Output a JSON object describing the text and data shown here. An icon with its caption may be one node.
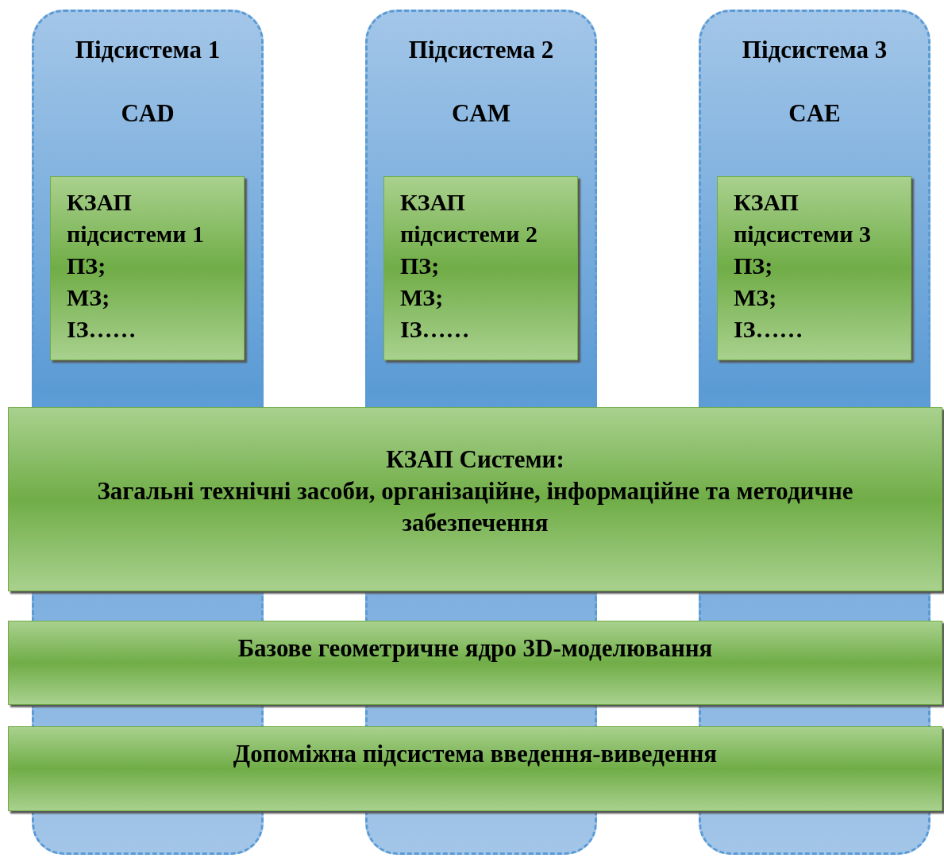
{
  "diagram": {
    "nodes": [
      {
        "text": [
          "Підсистема 1",
          "CAD"
        ]
      },
      {
        "text": [
          "КЗАП підсистеми 1",
          "ПЗ;",
          "МЗ;",
          "ІЗ……"
        ],
        "in": 0
      },
      {
        "text": [
          "Підсистема 2",
          "CAM"
        ]
      },
      {
        "text": [
          "КЗАП підсистеми 2",
          "ПЗ;",
          "МЗ;",
          "ІЗ……"
        ],
        "in": 2
      },
      {
        "text": [
          "Підсистема 3",
          "CAE"
        ]
      },
      {
        "text": [
          "КЗАП підсистеми 3",
          "ПЗ;",
          "МЗ;",
          "ІЗ……"
        ],
        "in": 4
      },
      {
        "text": [
          "КЗАП  Системи:",
          "Загальні технічні засоби, організаційне, інформаційне та методичне забезпечення"
        ]
      },
      {
        "text": [
          "Базове геометричне ядро 3D-моделювання"
        ]
      },
      {
        "text": [
          "Допоміжна підсистема введення-виведення"
        ]
      }
    ]
  }
}
